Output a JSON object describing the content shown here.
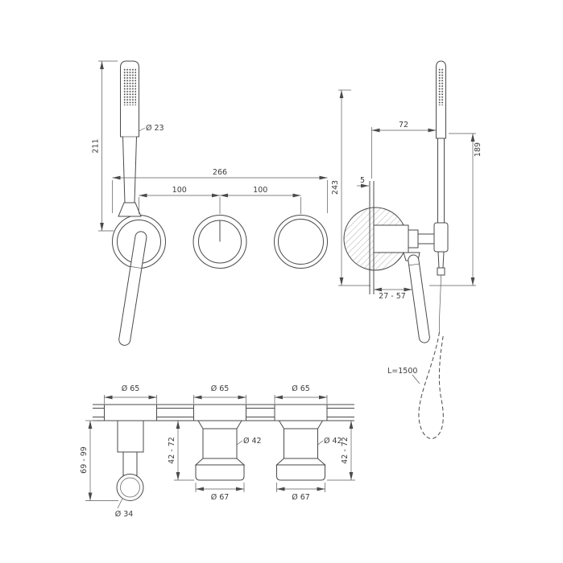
{
  "front_view": {
    "hand_shower_diameter": "Ø 23",
    "height": "211",
    "overall_width": "266",
    "spacing_left": "100",
    "spacing_right": "100"
  },
  "side_view": {
    "wall_to_handshower": "72",
    "overall_height": "243",
    "handshower_height": "189",
    "plate_thickness": "5",
    "projection_range": "27 - 57",
    "hose_length": "L=1500"
  },
  "installation_view": {
    "holder_escutcheon_dia": "Ø 65",
    "valve1_escutcheon_dia": "Ø 65",
    "valve2_escutcheon_dia": "Ø 65",
    "holder_depth_range": "69 - 99",
    "valve1_depth_range": "42 - 72",
    "valve2_depth_range": "42 - 72",
    "valve1_cartridge_dia": "Ø 42",
    "valve2_cartridge_dia": "Ø 42",
    "valve1_body_dia": "Ø 67",
    "valve2_body_dia": "Ø 67",
    "holder_outlet_dia": "Ø 34"
  }
}
